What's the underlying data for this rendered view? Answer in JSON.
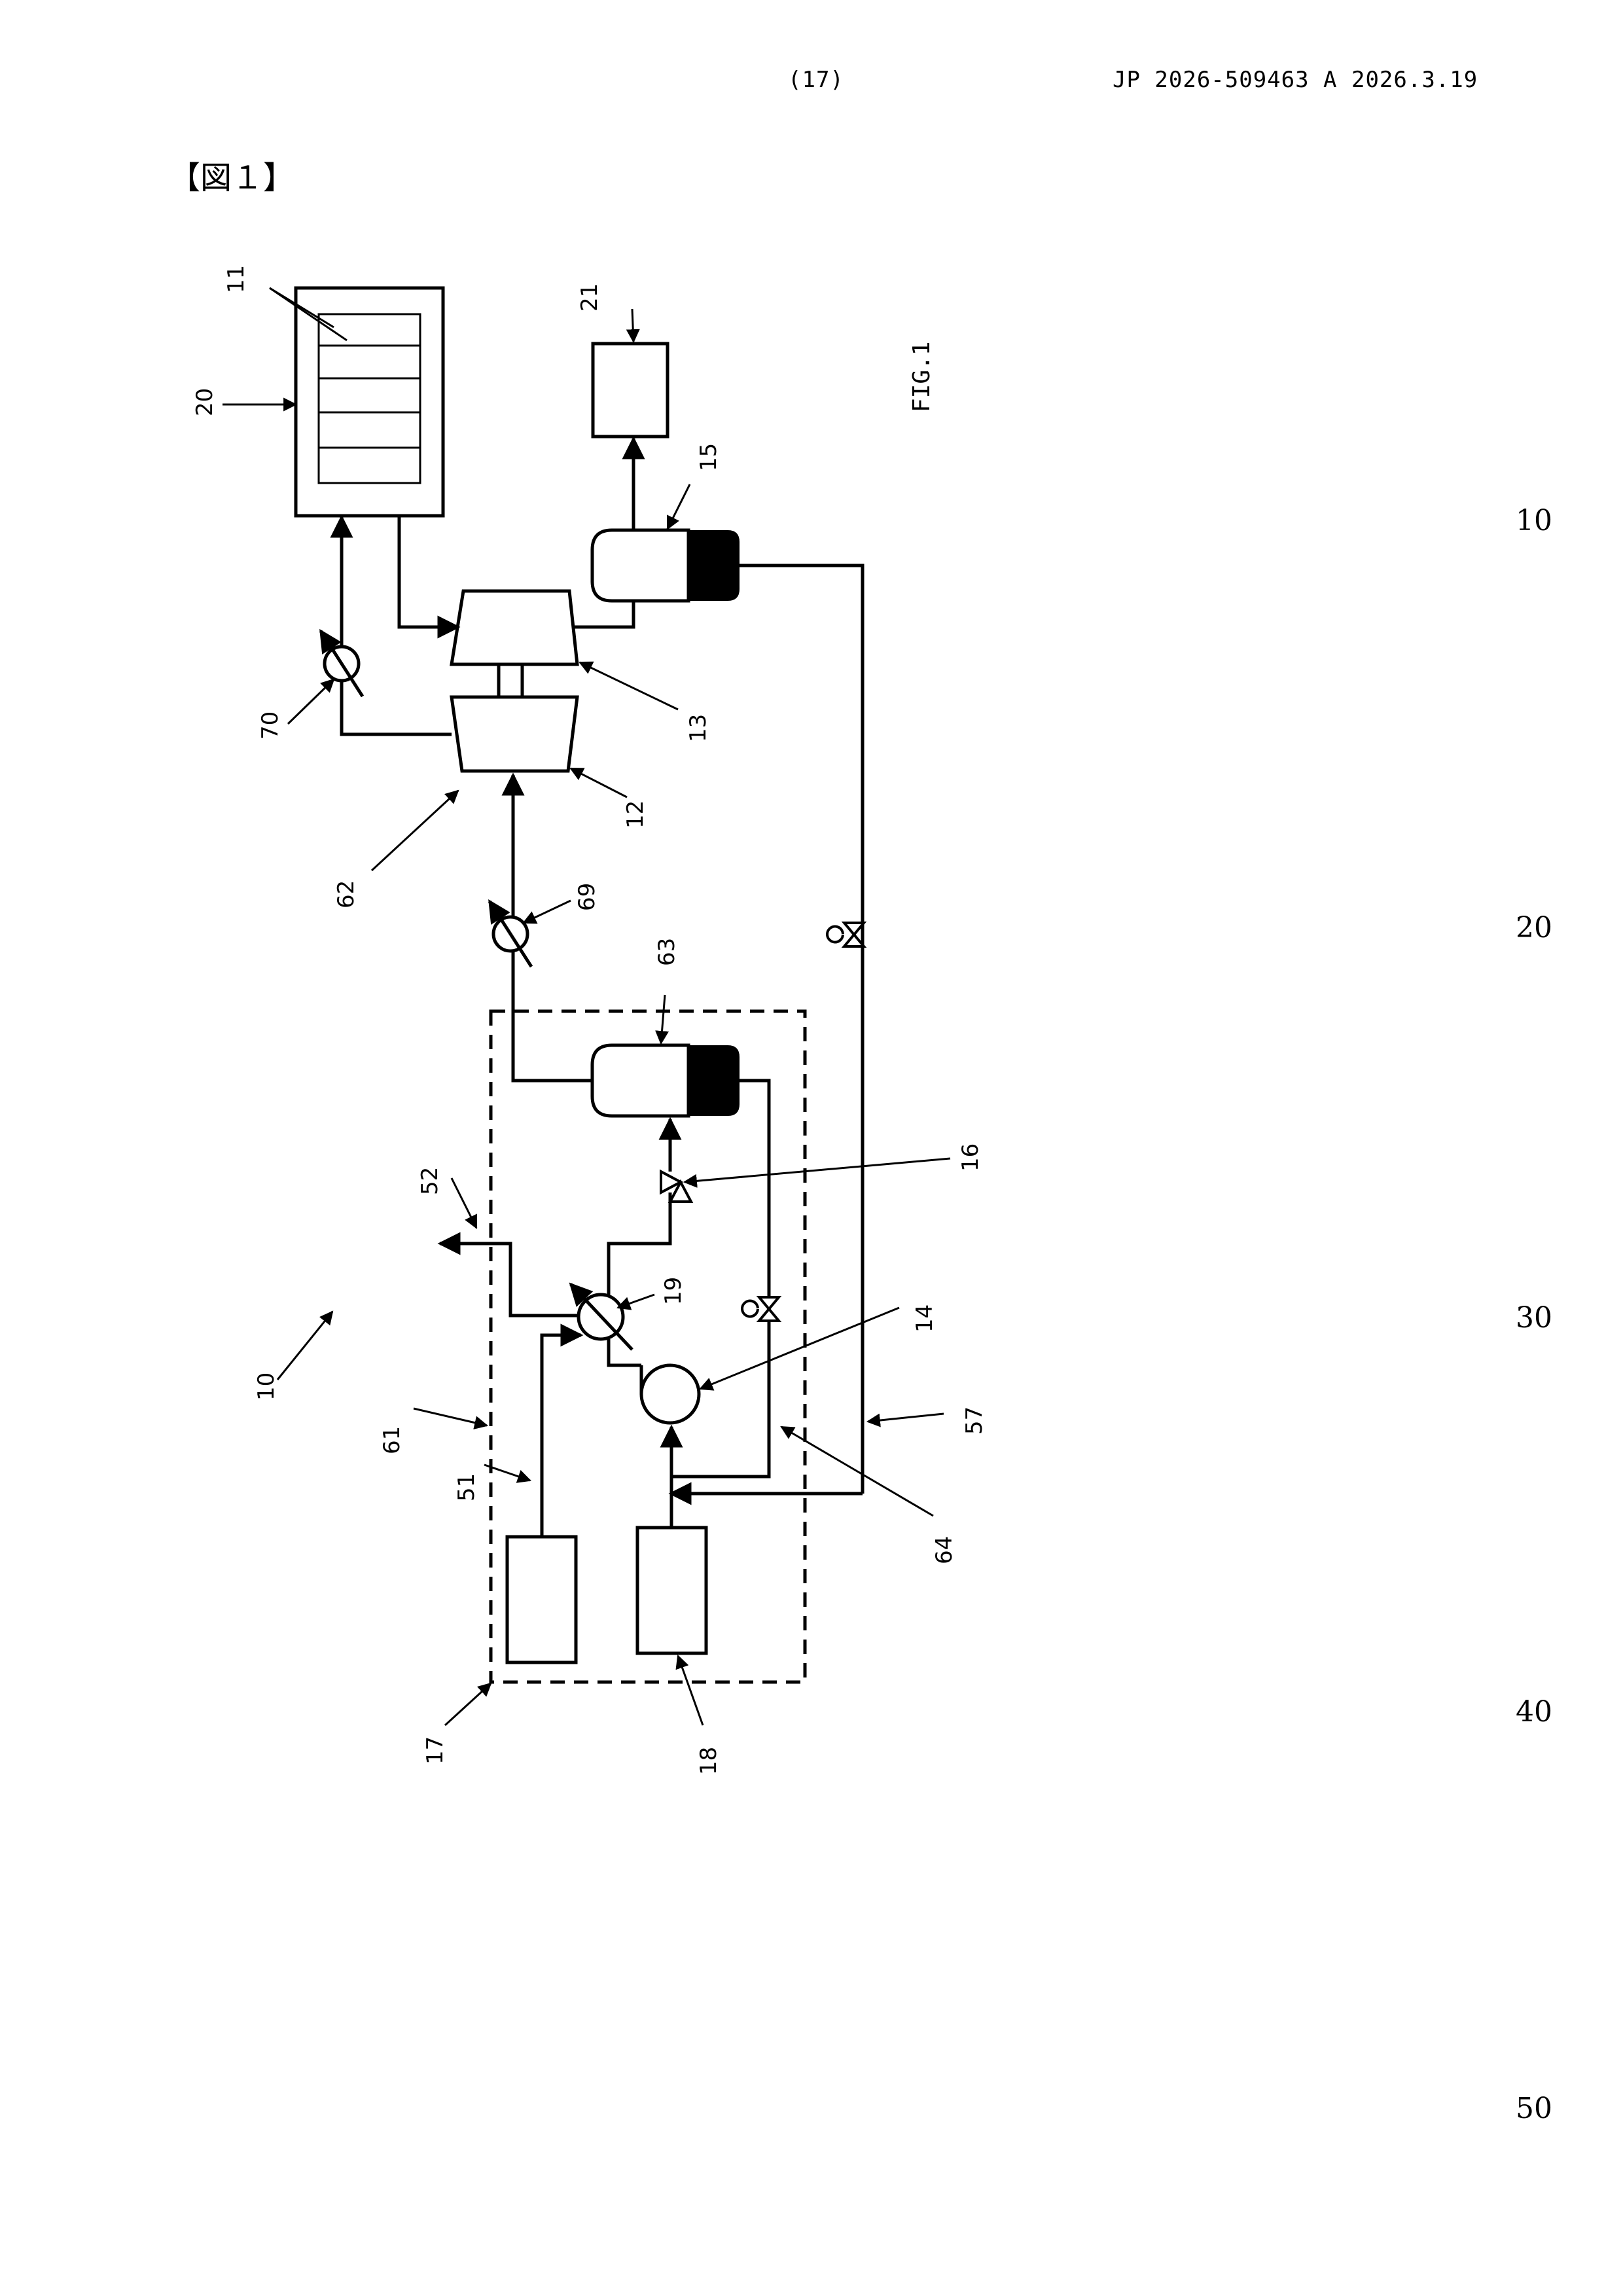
{
  "header": {
    "page_number": "(17)",
    "publication": "JP 2026-509463 A 2026.3.19"
  },
  "figure": {
    "heading": "【図１】",
    "caption": "FIG.1",
    "refs": {
      "r10": "10",
      "r11": "11",
      "r12": "12",
      "r13": "13",
      "r14": "14",
      "r15": "15",
      "r16": "16",
      "r17": "17",
      "r18": "18",
      "r19": "19",
      "r20": "20",
      "r21": "21",
      "r51": "51",
      "r52": "52",
      "r57": "57",
      "r61": "61",
      "r62": "62",
      "r63": "63",
      "r64": "64",
      "r69": "69",
      "r70": "70"
    }
  },
  "margin_line_numbers": [
    "10",
    "20",
    "30",
    "40",
    "50"
  ]
}
